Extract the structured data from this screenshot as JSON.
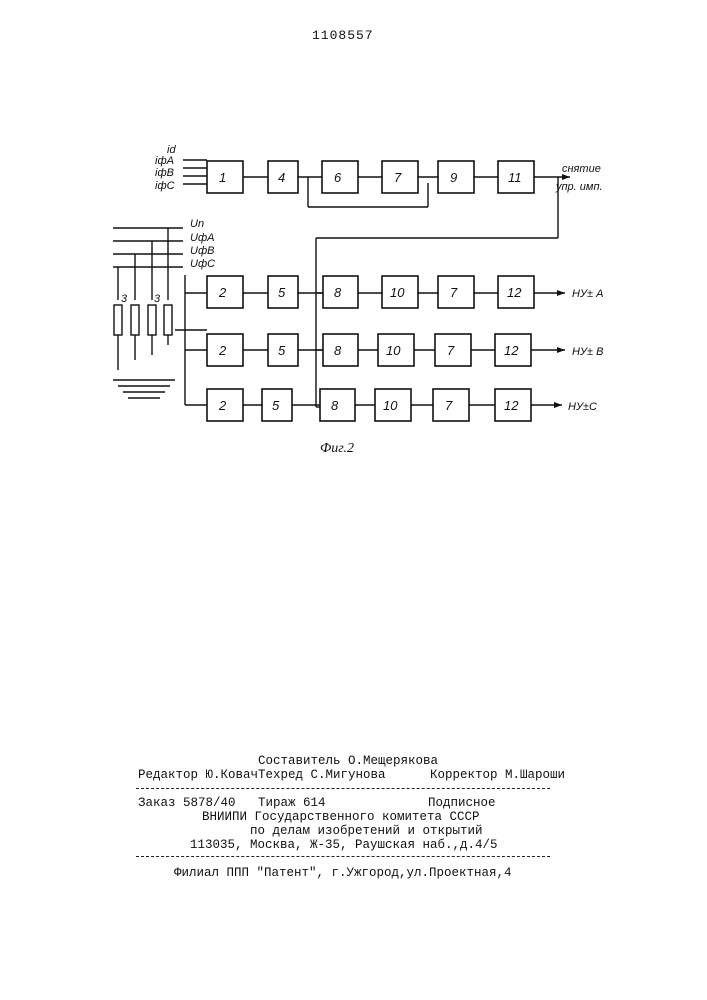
{
  "header": {
    "patent_number": "1108557"
  },
  "figure": {
    "caption": "Фиг.2",
    "inputs_current": [
      "id",
      "iфА",
      "iфВ",
      "iфС"
    ],
    "inputs_voltage": [
      "Un",
      "UфА",
      "UфВ",
      "UфС"
    ],
    "divider_labels": [
      "3",
      "3"
    ],
    "top_chain": [
      "1",
      "4",
      "6",
      "7",
      "9",
      "11"
    ],
    "top_output": [
      "снятие",
      "упр. имп."
    ],
    "rows": [
      {
        "blocks": [
          "2",
          "5",
          "8",
          "10",
          "7",
          "12"
        ],
        "output": "НУ± A"
      },
      {
        "blocks": [
          "2",
          "5",
          "8",
          "10",
          "7",
          "12"
        ],
        "output": "НУ± B"
      },
      {
        "blocks": [
          "2",
          "5",
          "8",
          "10",
          "7",
          "12"
        ],
        "output": "НУ±С"
      }
    ]
  },
  "imprint": {
    "composer": "Составитель О.Мещерякова",
    "editor": "Редактор Ю.Ковач",
    "techred": "Техред С.Мигунова",
    "corrector": "Корректор М.Шароши",
    "order": "Заказ 5878/40",
    "circulation": "Тираж 614",
    "subscription": "Подписное",
    "org_line1": "ВНИИПИ Государственного комитета СССР",
    "org_line2": "по делам изобретений и открытий",
    "address": "113035, Москва, Ж-35, Раушская наб.,д.4/5",
    "branch": "Филиал ППП \"Патент\", г.Ужгород,ул.Проектная,4"
  }
}
